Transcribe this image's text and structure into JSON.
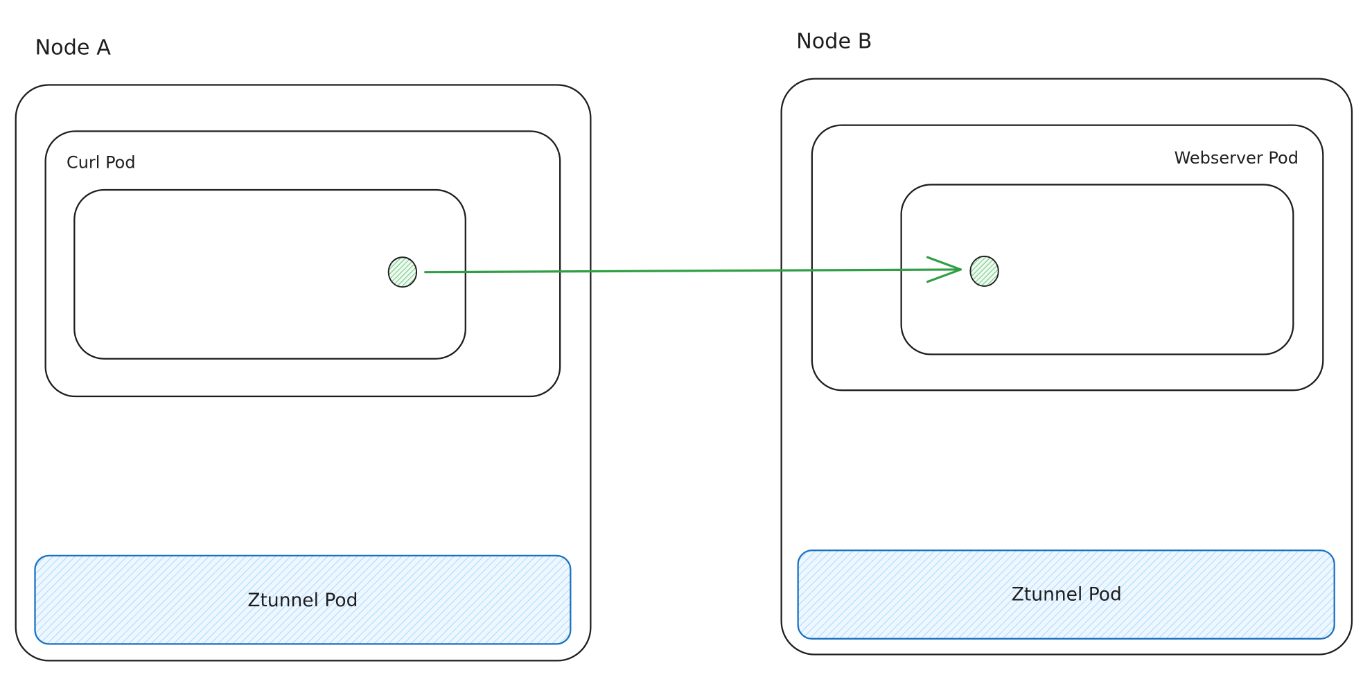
{
  "nodes": [
    {
      "label": "Node A",
      "pod_label": "Curl Pod",
      "ztunnel_label": "Ztunnel Pod"
    },
    {
      "label": "Node B",
      "pod_label": "Webserver Pod",
      "ztunnel_label": "Ztunnel Pod"
    }
  ],
  "colors": {
    "stroke": "#1e1e1e",
    "ztunnel_stroke": "#1971c2",
    "ztunnel_fill": "#a5d8ff",
    "arrow": "#2f9e44",
    "endpoint_fill": "#b2f2bb"
  }
}
